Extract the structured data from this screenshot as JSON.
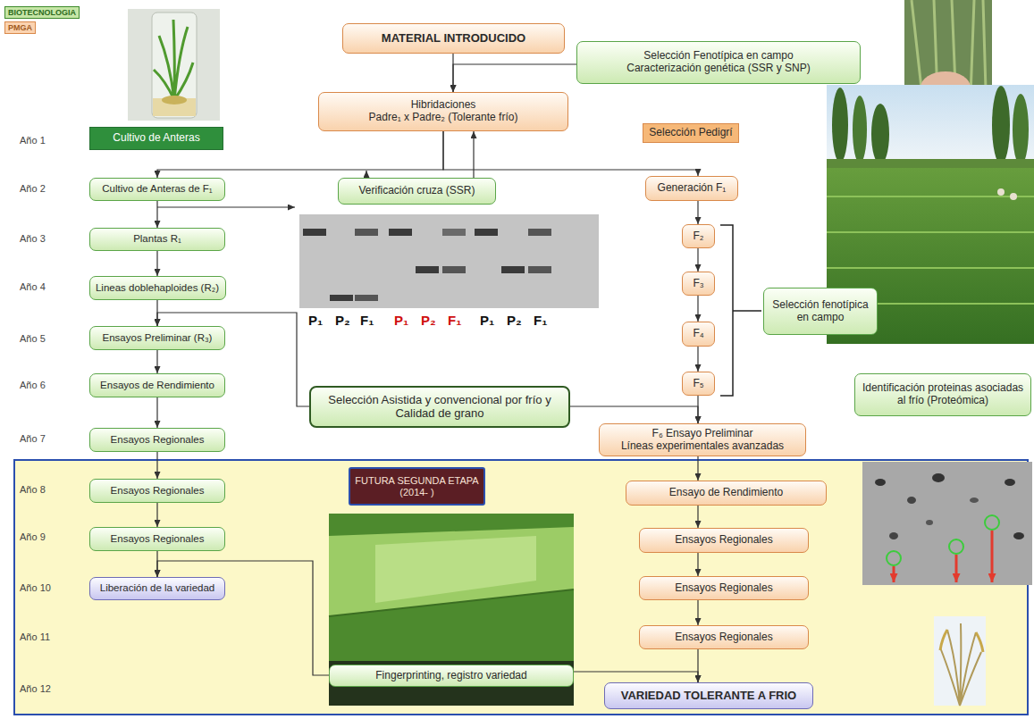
{
  "diagram": {
    "nodes": [
      {
        "text": [
          "MATERIAL INTRODUCIDO"
        ]
      },
      {
        "text": [
          "Selección Fenotípica en campo",
          "Caracterización genética (SSR y SNP)"
        ]
      },
      {
        "text": [
          "Hibridaciones",
          "Padre₁ x Padre₂ (Tolerante frío)"
        ]
      },
      {
        "text": [
          "Cultivo de Anteras"
        ]
      },
      {
        "text": [
          "Selección Pedigrí"
        ]
      },
      {
        "text": [
          "Cultivo de Anteras de F₁"
        ]
      },
      {
        "text": [
          "Verificación cruza (SSR)"
        ]
      },
      {
        "text": [
          "Generación F₁"
        ]
      },
      {
        "text": [
          "Plantas R₁"
        ]
      },
      {
        "text": [
          "F₂"
        ]
      },
      {
        "text": [
          "Lineas doblehaploides (R₂)"
        ]
      },
      {
        "text": [
          "F₃"
        ]
      },
      {
        "text": [
          "Selección fenotípica en campo"
        ]
      },
      {
        "text": [
          "Ensayos Preliminar (R₃)"
        ]
      },
      {
        "text": [
          "F₄"
        ]
      },
      {
        "text": [
          "Ensayos de Rendimiento"
        ]
      },
      {
        "text": [
          "F₅"
        ]
      },
      {
        "text": [
          "Selección Asistida y convencional por frío y Calidad de grano"
        ]
      },
      {
        "text": [
          "Identificación proteinas asociadas al frío (Proteómica)"
        ]
      },
      {
        "text": [
          "Ensayos Regionales"
        ]
      },
      {
        "text": [
          "F₆ Ensayo Preliminar",
          "Líneas experimentales avanzadas"
        ]
      },
      {
        "text": [
          "Ensayos Regionales"
        ]
      },
      {
        "text": [
          "FUTURA SEGUNDA ETAPA",
          "(2014- )"
        ]
      },
      {
        "text": [
          "Ensayo de Rendimiento"
        ]
      },
      {
        "text": [
          "Ensayos Regionales"
        ]
      },
      {
        "text": [
          "Ensayos Regionales"
        ]
      },
      {
        "text": [
          "Liberación de la variedad"
        ]
      },
      {
        "text": [
          "Ensayos Regionales"
        ]
      },
      {
        "text": [
          "Ensayos Regionales"
        ]
      },
      {
        "text": [
          "Fingerprinting, registro variedad"
        ]
      },
      {
        "text": [
          "VARIEDAD TOLERANTE A FRIO"
        ]
      }
    ],
    "edges": [
      {
        "from": 0,
        "to": 2,
        "arrow": "to"
      },
      {
        "from": 1,
        "to": 2,
        "arrow": "to"
      },
      {
        "from": 2,
        "to": 5,
        "arrow": "to"
      },
      {
        "from": 2,
        "to": 7,
        "arrow": "to"
      },
      {
        "from": 6,
        "to": 2,
        "arrow": "to"
      },
      {
        "from": 5,
        "to": 8,
        "arrow": "to"
      },
      {
        "from": 8,
        "to": 10,
        "arrow": "to"
      },
      {
        "from": 10,
        "to": 13,
        "arrow": "to"
      },
      {
        "from": 13,
        "to": 15,
        "arrow": "to"
      },
      {
        "from": 15,
        "to": 19,
        "arrow": "to"
      },
      {
        "from": 19,
        "to": 21,
        "arrow": "to"
      },
      {
        "from": 21,
        "to": 24,
        "arrow": "to"
      },
      {
        "from": 24,
        "to": 26,
        "arrow": "to"
      },
      {
        "from": 7,
        "to": 9,
        "arrow": "to"
      },
      {
        "from": 9,
        "to": 11,
        "arrow": "to"
      },
      {
        "from": 11,
        "to": 14,
        "arrow": "to"
      },
      {
        "from": 14,
        "to": 16,
        "arrow": "to"
      },
      {
        "from": 16,
        "to": 20,
        "arrow": "to"
      },
      {
        "from": 20,
        "to": 23,
        "arrow": "to"
      },
      {
        "from": 23,
        "to": 25,
        "arrow": "to"
      },
      {
        "from": 25,
        "to": 27,
        "arrow": "to"
      },
      {
        "from": 27,
        "to": 28,
        "arrow": "to"
      },
      {
        "from": 28,
        "to": 30,
        "arrow": "to"
      },
      {
        "from": 17,
        "to": 13,
        "arrow": "to"
      },
      {
        "from": 17,
        "to": 20,
        "arrow": "to"
      },
      {
        "from": 29,
        "to": 26,
        "arrow": "to"
      },
      {
        "from": 29,
        "to": 30,
        "arrow": "to"
      }
    ],
    "labels": [
      "Año 1",
      "Año 2",
      "Año 3",
      "Año 4",
      "Año 5",
      "Año 6",
      "Año 7",
      "Año 8",
      "Año 9",
      "Año 10",
      "Año 11",
      "Año 12",
      "P₁",
      "P₂",
      "F₁",
      "P₁",
      "P₂",
      "F₁",
      "P₁",
      "P₂",
      "F₁"
    ],
    "legend": [
      {
        "text": "BIOTECNOLOGIA",
        "color": "#c6e6a6"
      },
      {
        "text": "PMGA",
        "color": "#fbd3b0"
      }
    ]
  }
}
